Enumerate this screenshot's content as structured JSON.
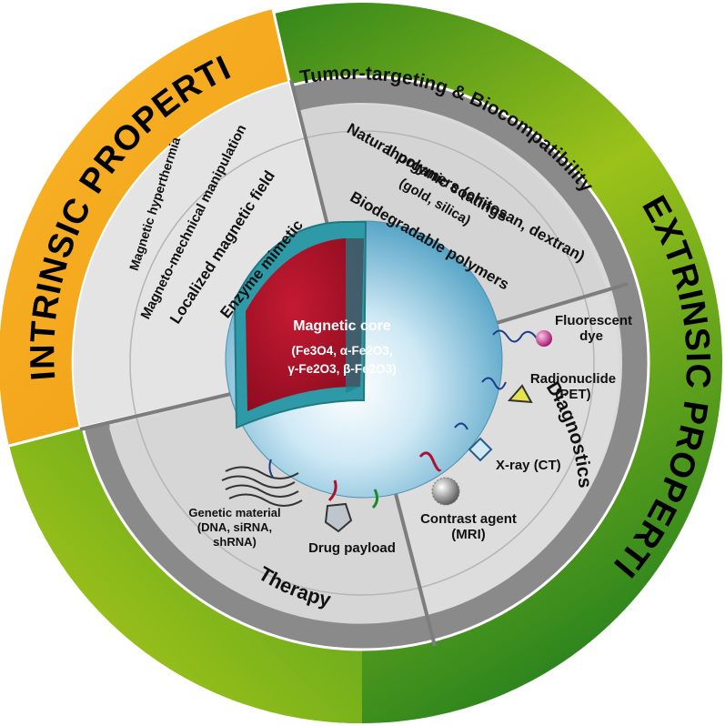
{
  "outer": {
    "intrinsic_title": "INTRINSIC PROPERTIES",
    "extrinsic_title": "EXTRINSIC PROPERTIES"
  },
  "intrinsic": {
    "items": [
      "Magnetic hyperthermia",
      "Magneto-mechnical manipulation",
      "Localized magnetic field",
      "Enzyme mimetic"
    ]
  },
  "tumor": {
    "title": "Tumor-targeting & Biocompatibility",
    "natural": "Natural polymers (chitosan, dextran)",
    "inorganic": "Inorganic coatings",
    "inorganic_sub": "(gold, silica)",
    "biodegradable": "Biodegradable polymers"
  },
  "diagnostics": {
    "title": "Diagnostics",
    "fluor_1": "Fluorescent",
    "fluor_2": "dye",
    "radio_1": "Radionuclide",
    "radio_2": "(PET)",
    "xray": "X-ray (CT)",
    "contrast_1": "Contrast agent",
    "contrast_2": "(MRI)"
  },
  "therapy": {
    "title": "Therapy",
    "genetic_1": "Genetic material",
    "genetic_2": "(DNA, siRNA,",
    "genetic_3": "shRNA)",
    "drug": "Drug payload"
  },
  "core": {
    "title": "Magnetic core",
    "line1": "(Fe3O4, α-Fe2O3,",
    "line2": "γ-Fe2O3, β-Fe2O3)"
  },
  "colors": {
    "intrinsic_band": "#f5a623",
    "extrinsic_band": "#7bbf1e",
    "gray_band": "#8c8c8c",
    "inner_fill": "#dcdcdc",
    "core_red": "#b3122a",
    "shell_teal": "#3aa7b3",
    "sphere_blue": "#a9d6ea"
  }
}
